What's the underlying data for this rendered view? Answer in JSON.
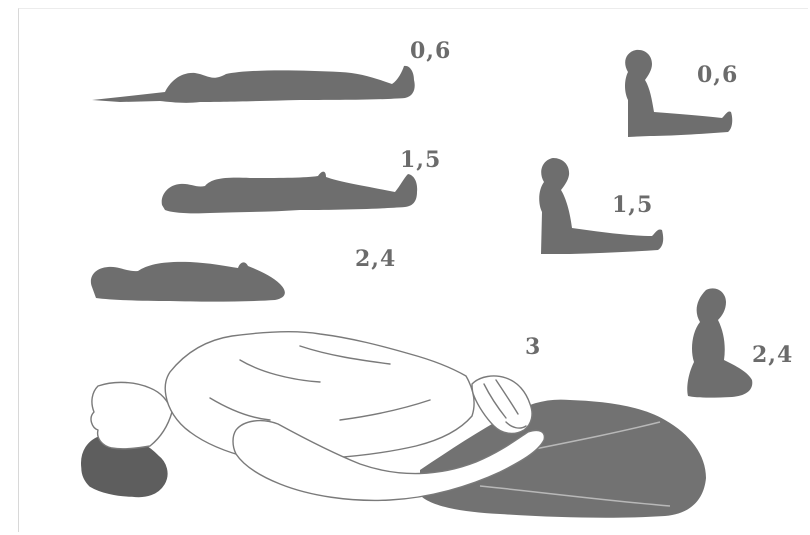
{
  "labels": {
    "lying_top": "0,6",
    "sitting_top": "0,6",
    "lying_mid": "1,5",
    "sitting_mid": "1,5",
    "lying_bottom": "2,4",
    "sitting_bottom": "2,4",
    "center": "3"
  },
  "colors": {
    "silhouette": "#6e6e6e",
    "sketch_line": "#7a7a7a",
    "label": "#6b6b6b"
  }
}
